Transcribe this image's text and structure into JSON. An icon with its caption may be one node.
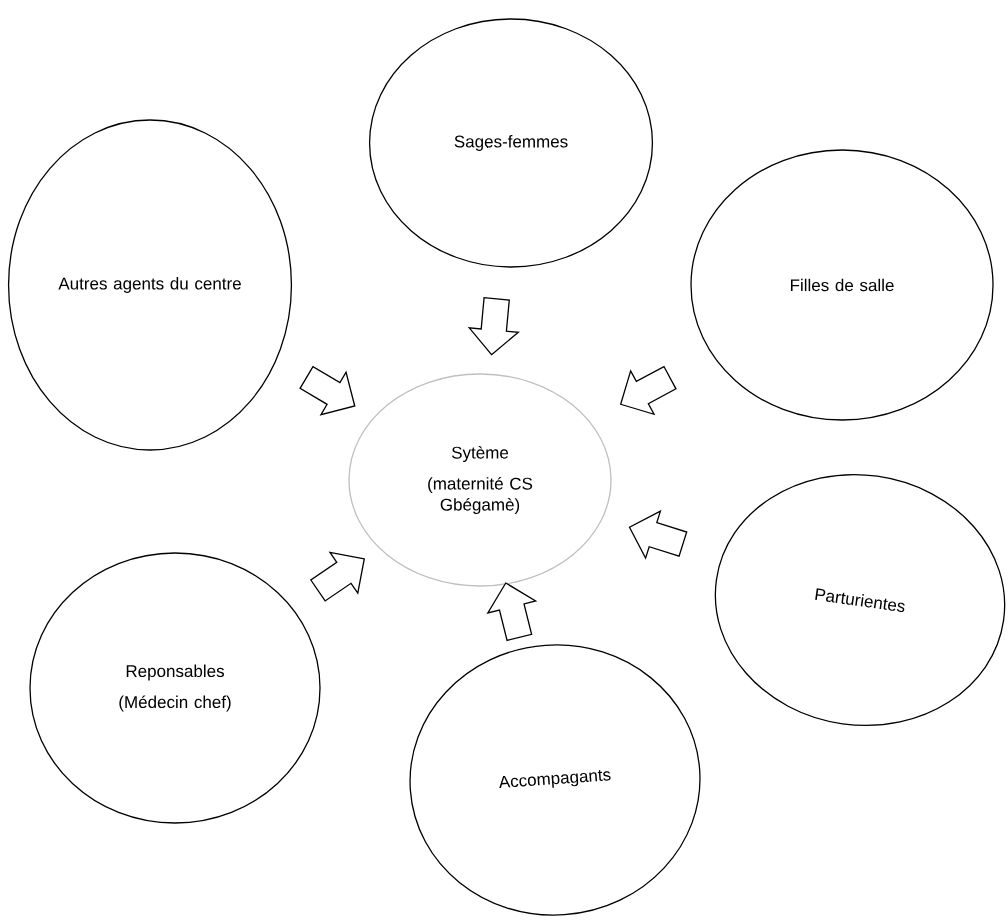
{
  "diagram": {
    "nodes": [
      {
        "text": [
          "Sytème",
          "(maternité CS Gbégamè)"
        ]
      },
      {
        "text": [
          "Sages-femmes"
        ]
      },
      {
        "text": [
          "Autres agents du centre"
        ]
      },
      {
        "text": [
          "Filles de salle"
        ]
      },
      {
        "text": [
          "Parturientes"
        ]
      },
      {
        "text": [
          "Reponsables",
          "(Médecin chef)"
        ]
      },
      {
        "text": [
          "Accompagants"
        ]
      }
    ],
    "edges": [
      {
        "from": 1,
        "to": 0,
        "arrow": "to"
      },
      {
        "from": 2,
        "to": 0,
        "arrow": "to"
      },
      {
        "from": 3,
        "to": 0,
        "arrow": "to"
      },
      {
        "from": 4,
        "to": 0,
        "arrow": "to"
      },
      {
        "from": 5,
        "to": 0,
        "arrow": "to"
      },
      {
        "from": 6,
        "to": 0,
        "arrow": "to"
      }
    ]
  }
}
